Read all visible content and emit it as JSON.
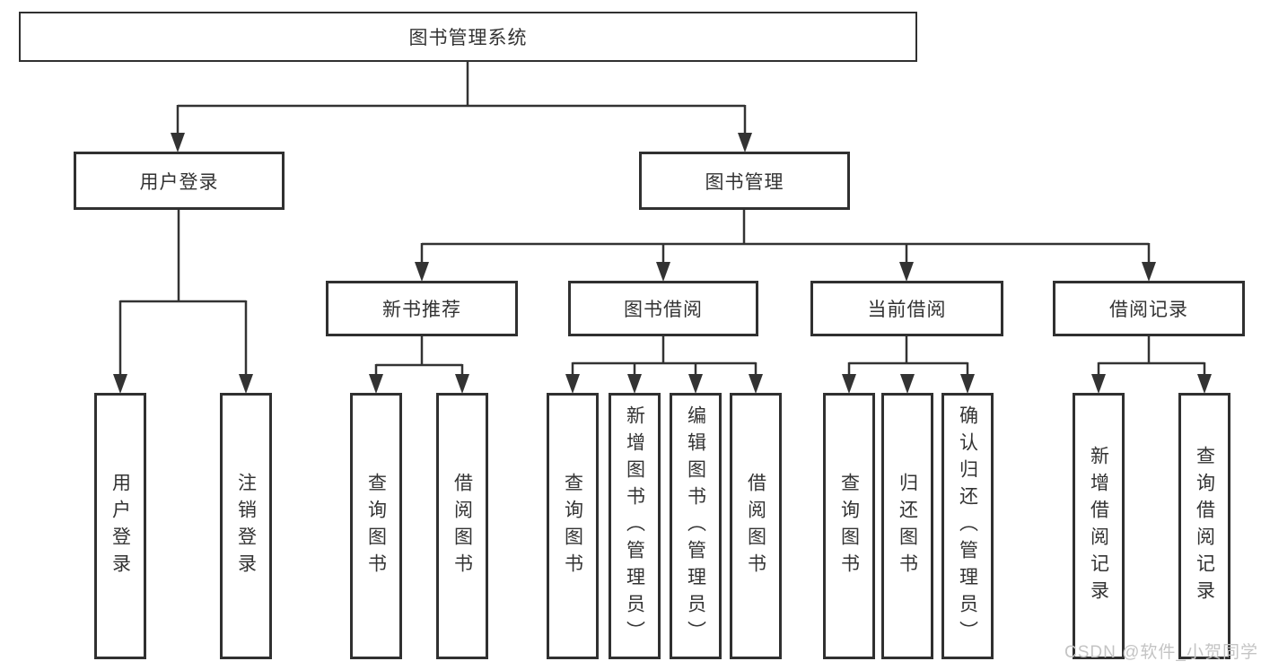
{
  "tree": {
    "label": "图书管理系统",
    "children": [
      {
        "label": "用户登录",
        "children": [
          {
            "label": "用户登录"
          },
          {
            "label": "注销登录"
          }
        ]
      },
      {
        "label": "图书管理",
        "children": [
          {
            "label": "新书推荐",
            "children": [
              {
                "label": "查询图书"
              },
              {
                "label": "借阅图书"
              }
            ]
          },
          {
            "label": "图书借阅",
            "children": [
              {
                "label": "查询图书"
              },
              {
                "label": "新增图书（管理员）"
              },
              {
                "label": "编辑图书（管理员）"
              },
              {
                "label": "借阅图书"
              }
            ]
          },
          {
            "label": "当前借阅",
            "children": [
              {
                "label": "查询图书"
              },
              {
                "label": "归还图书"
              },
              {
                "label": "确认归还（管理员）"
              }
            ]
          },
          {
            "label": "借阅记录",
            "children": [
              {
                "label": "新增借阅记录"
              },
              {
                "label": "查询借阅记录"
              }
            ]
          }
        ]
      }
    ]
  },
  "watermark": "CSDN @软件_小贺同学",
  "colors": {
    "line": "#333333",
    "box_border": "#303030",
    "text": "#333333",
    "watermark": "#c4c4c4",
    "background": "#ffffff"
  }
}
